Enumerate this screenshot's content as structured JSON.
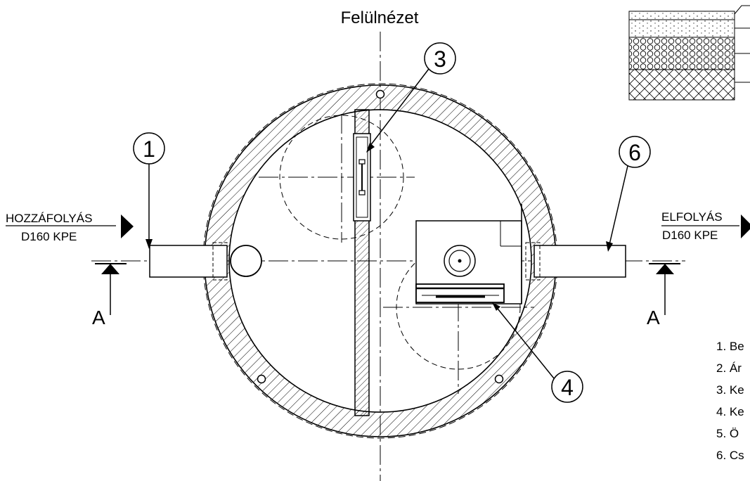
{
  "title": "Felülnézet",
  "callouts": {
    "c1": "1",
    "c3": "3",
    "c4": "4",
    "c6": "6"
  },
  "inflow": {
    "label": "HOZZÁFOLYÁS",
    "pipe": "D160  KPE"
  },
  "outflow": {
    "label": "ELFOLYÁS",
    "pipe": "D160  KPE"
  },
  "section_marks": {
    "left": "A",
    "right": "A"
  },
  "legend_items": [
    "1. Be",
    "2. Ár",
    "3. Ke",
    "4. Ke",
    "5. Ö",
    "6. Cs"
  ],
  "colors": {
    "line": "#000000",
    "background": "#ffffff"
  }
}
